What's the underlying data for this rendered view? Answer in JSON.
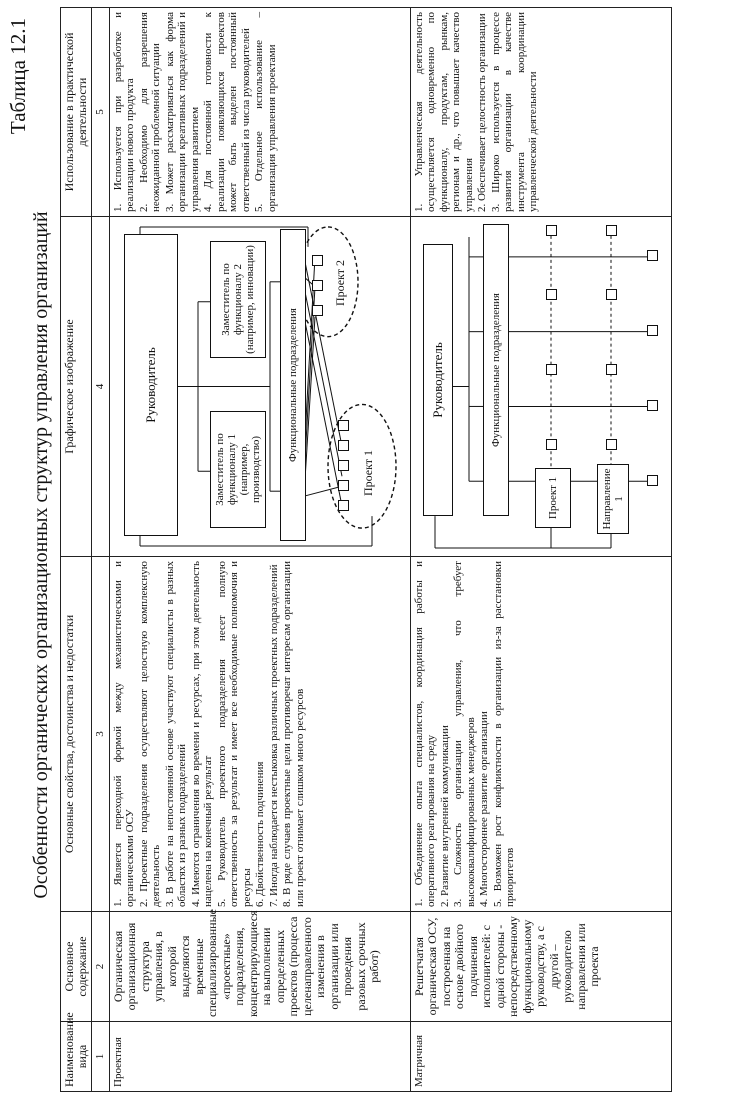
{
  "table_number": "Таблица 12.1",
  "title": "Особенности органических организационных структур управления организаций",
  "headers": [
    "Наименование вида",
    "Основное содержание",
    "Основные свойства, достоинства и недостатки",
    "Графическое изображение",
    "Использование в практической деятельности"
  ],
  "column_numbers": [
    "1",
    "2",
    "3",
    "4",
    "5"
  ],
  "rows": [
    {
      "name": "Проектная",
      "content": "Органическая организационная структура управления, в которой выделяются временные специализированные «проектные» подразделения, концентрирующиеся на выполнении определенных проектов (процесса целенаправленного изменения в организации или проведения разовых срочных работ)",
      "properties": [
        "1. Является переходной формой между механистическими и органическими ОСУ",
        "2. Проектные подразделения осуществляют целостную комплексную деятельность",
        "3. В работе на непостоянной основе участвуют специалисты в разных областях из разных подразделений",
        "4. Имеются ограничения во времени и ресурсах, при этом деятельность нацелена на конечный результат",
        "5. Руководитель проектного подразделения несет полную ответственность за результат и имеет все необходимые полномочия и ресурсы",
        "6. Двойственность подчинения",
        "7. Иногда наблюдается нестыковка различных проектных подразделений",
        "8. В ряде случаев проектные цели противоречат интересам организации или проект отнимает слишком много ресурсов"
      ],
      "diagram": {
        "head": "Руководитель",
        "deputy1": "Заместитель по функционалу 1 (например, производство)",
        "deputy2": "Заместитель по функционалу 2 (например, инновации)",
        "functional": "Функциональные подразделения",
        "project1": "Проект 1",
        "project2": "Проект 2"
      },
      "usage": [
        "1. Используется при разработке и реализации нового продукта",
        "2. Необходимо для разрешения неожиданной проблемной ситуации",
        "3. Может рассматриваться как форма организации креативных подразделений и управления развитием",
        "4. Для постоянной готовности к реализации появляющихся проектов может быть выделен постоянный ответственный из числа руководителей",
        "5. Отдельное использование – организация управления проектами"
      ]
    },
    {
      "name": "Матричная",
      "content": "Решетчатая органическая ОСУ, построенная на основе двойного подчинения исполнителей: с одной стороны - непосредственному функциональному руководству, а с другой – руководителю направления или проекта",
      "properties": [
        "1. Объединение опыта специалистов, координация работы и оперативного реагирования на среду",
        "2. Развитие внутренней коммуникации",
        "3. Сложность организации управления, что требует высококвалифицированных менеджеров",
        "4. Многостороннее развитие организации",
        "5. Возможен рост конфликтности в организации из-за расстановки приоритетов"
      ],
      "diagram": {
        "head": "Руководитель",
        "functional": "Функциональные подразделения",
        "project1": "Проект 1",
        "direction1": "Направление 1"
      },
      "usage": [
        "1. Управленческая деятельность осуществляется одновременно по функционалу, продуктам, рынкам, регионам и др., что повышает качество управления",
        "2. Обеспечивает целостность организации",
        "3. Широко используется в процессе развития организации в качестве инструмента координации управленческой деятельности"
      ]
    }
  ]
}
